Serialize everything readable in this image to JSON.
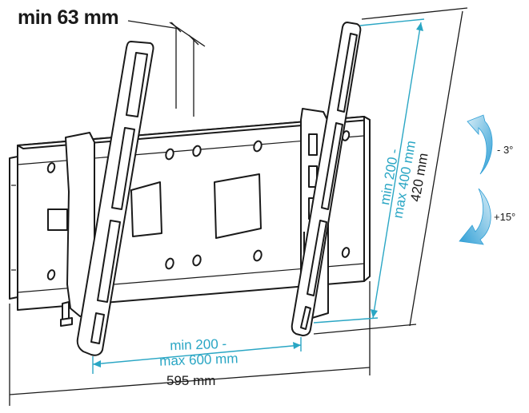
{
  "dimensions": {
    "min_depth": "min 63 mm",
    "width": "595 mm",
    "height": "420 mm",
    "h_spacing_line1": "min 200 -",
    "h_spacing_line2": "max 600 mm",
    "v_spacing_line1": "min 200 -",
    "v_spacing_line2": "max 400 mm"
  },
  "tilt": {
    "up": "- 3°",
    "down": "+15°"
  },
  "colors": {
    "outline": "#1a1a1a",
    "dimension_accent": "#2aa6c4",
    "arrow_gradient_light": "#d6ecf6",
    "arrow_gradient_dark": "#2f9fd6"
  }
}
